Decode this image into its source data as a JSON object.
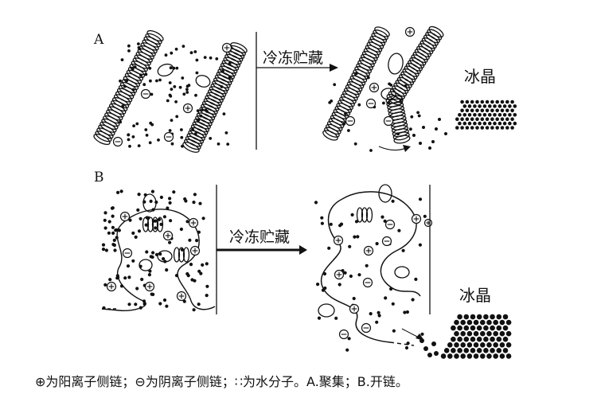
{
  "panel_a": {
    "label": "A",
    "arrow_text": "冷冻贮藏",
    "ice_label": "冰晶"
  },
  "panel_b": {
    "label": "B",
    "arrow_text": "冷冻贮藏",
    "ice_label": "冰晶"
  },
  "legend": {
    "cation_symbol": "⊕",
    "cation_text": "为阳离子侧链；",
    "anion_symbol": "⊖",
    "anion_text": "为阴离子侧链；",
    "water_symbol": "∷",
    "water_text": "为水分子。A.聚集；B.开链。"
  },
  "colors": {
    "ink": "#111111",
    "background": "#ffffff"
  }
}
